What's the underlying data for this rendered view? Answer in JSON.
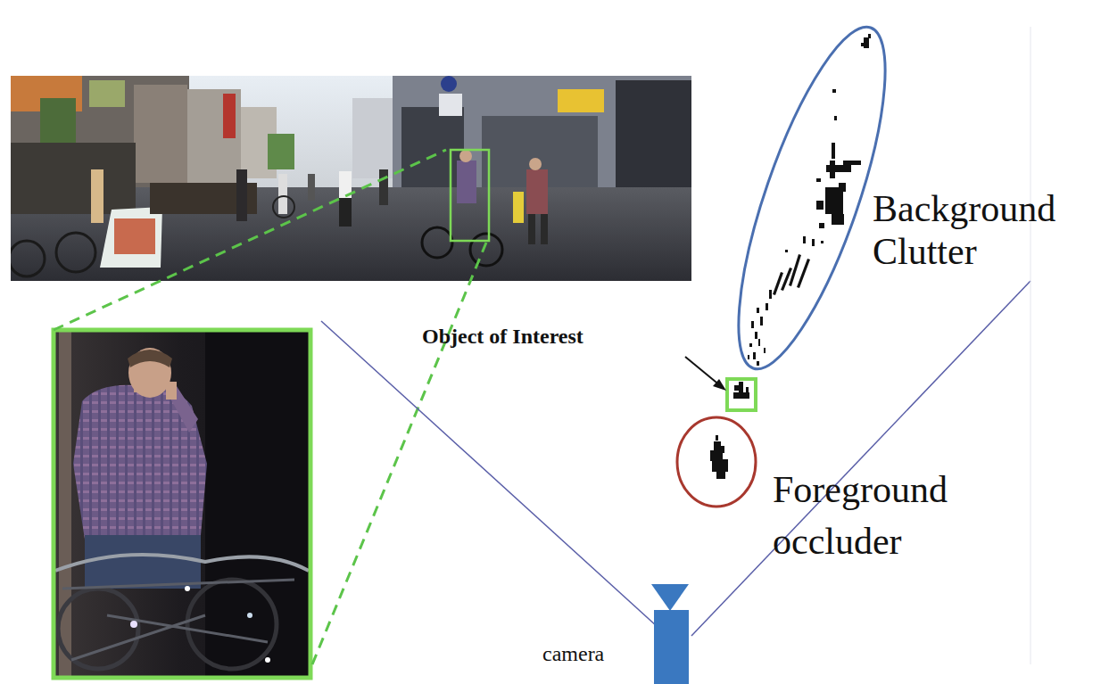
{
  "diagram": {
    "labels": [
      "Background Clutter",
      "Object of Interest",
      "Foreground occluder",
      "camera"
    ]
  }
}
